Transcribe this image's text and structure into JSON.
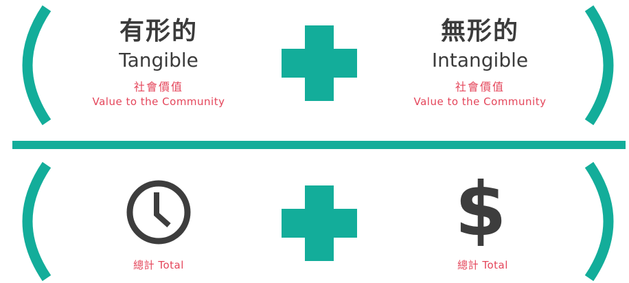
{
  "top_left": {
    "zh_title": "有形的",
    "en_title": "Tangible",
    "zh_subtitle": "社會價值",
    "en_subtitle": "Value to the Community"
  },
  "top_right": {
    "zh_title": "無形的",
    "en_title": "Intangible",
    "zh_subtitle": "社會價值",
    "en_subtitle": "Value to the Community"
  },
  "bottom_left": {
    "icon": "clock-icon",
    "label": "總計 Total"
  },
  "bottom_right": {
    "icon": "dollar-sign-icon",
    "symbol": "$",
    "label": "總計 Total"
  },
  "colors": {
    "accent": "#13ad9a",
    "text_dark": "#3b3b3b",
    "text_red": "#e4455a"
  }
}
